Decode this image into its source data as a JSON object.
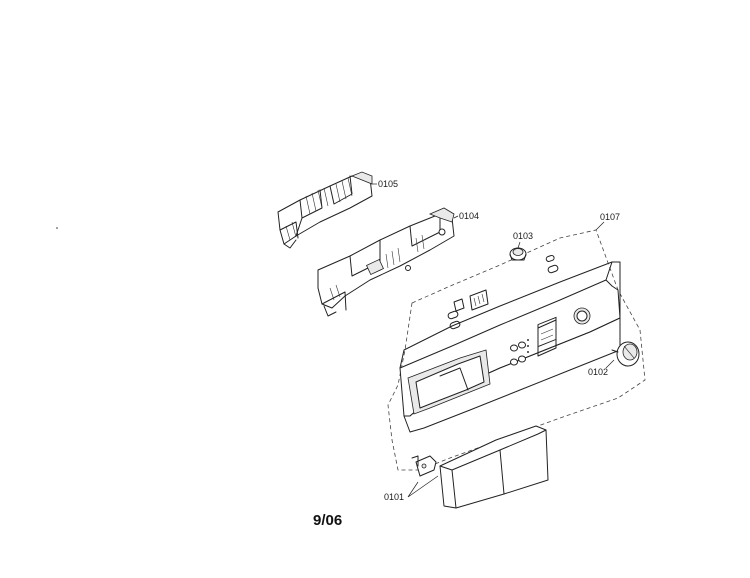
{
  "diagram": {
    "date_code": "9/06",
    "parts": [
      {
        "id": "0105",
        "label": "0105"
      },
      {
        "id": "0104",
        "label": "0104"
      },
      {
        "id": "0103",
        "label": "0103"
      },
      {
        "id": "0107",
        "label": "0107"
      },
      {
        "id": "0102",
        "label": "0102"
      },
      {
        "id": "0101",
        "label": "0101"
      }
    ]
  }
}
